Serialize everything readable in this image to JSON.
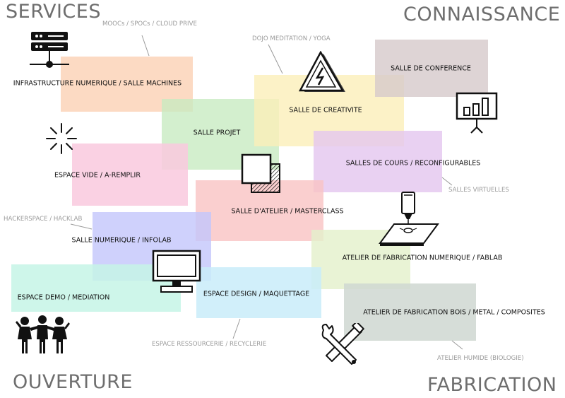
{
  "corners": {
    "services": "SERVICES",
    "connaissance": "CONNAISSANCE",
    "ouverture": "OUVERTURE",
    "fabrication": "FABRICATION"
  },
  "zones": {
    "infrastructure": "INFRASTRUCTURE NUMERIQUE  / SALLE MACHINES",
    "salle_projet": "SALLE PROJET",
    "creativite": "SALLE DE CREATIVITE",
    "conference": "SALLE DE CONFERENCE",
    "espace_vide": "ESPACE VIDE / A-REMPLIR",
    "salles_cours": "SALLES DE COURS / RECONFIGURABLES",
    "atelier_masterclass": "SALLE D'ATELIER / MASTERCLASS",
    "salle_numerique": "SALLE NUMERIQUE / INFOLAB",
    "fablab": "ATELIER DE FABRICATION NUMERIQUE / FABLAB",
    "espace_demo": "ESPACE DEMO / MEDIATION",
    "espace_design": "ESPACE DESIGN / MAQUETTAGE",
    "bois_metal": "ATELIER DE FABRICATION BOIS / METAL / COMPOSITES"
  },
  "annotations": {
    "moocs": "MOOCs / SPOCs / CLOUD PRIVE",
    "dojo": "DOJO MEDITATION / YOGA",
    "virtuelles": "SALLES VIRTUELLES",
    "hackerspace": "HACKERSPACE / HACKLAB",
    "ressourcerie": "ESPACE RESSOURCERIE / RECYCLERIE",
    "humide": "ATELIER HUMIDE (BIOLOGIE)"
  },
  "colors": {
    "peach": "#fbd3b8",
    "green": "#c6ebc0",
    "yellow": "#fbefb9",
    "mauve": "#d6c9cb",
    "pink": "#f9c9de",
    "lavender": "#e3c5ef",
    "red": "#f9c3c3",
    "blue": "#c3c6fb",
    "olive": "#e4f0cb",
    "mint": "#c5f5e6",
    "sky": "#c9ecf9",
    "sage": "#cfd7d1"
  },
  "icons": [
    "server-icon",
    "warning-triangle-icon",
    "presentation-chart-icon",
    "sparkle-icon",
    "copy-squares-icon",
    "laser-cutter-icon",
    "monitor-icon",
    "people-icon",
    "tools-icon"
  ]
}
